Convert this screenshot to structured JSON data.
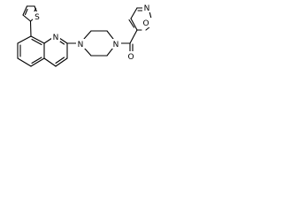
{
  "structure": {
    "type": "chemical-structure",
    "atom_labels": {
      "s1": "S",
      "n1": "N",
      "n2": "N",
      "n3": "N",
      "n4": "N",
      "o1": "O",
      "o2": "O"
    }
  }
}
